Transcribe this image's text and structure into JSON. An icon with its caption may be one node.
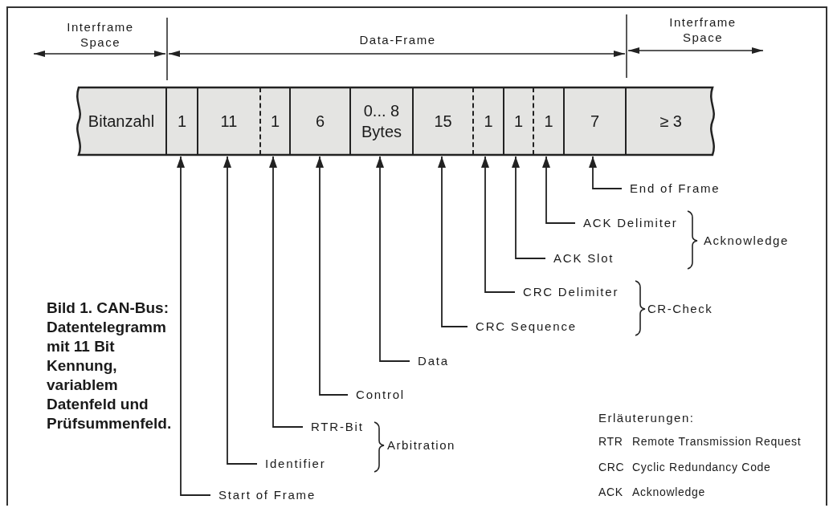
{
  "diagram": {
    "caption": "Bild 1. CAN-Bus: Datentelegramm mit 11 Bit Kennung, variablem Datenfeld und Prüfsummenfeld.",
    "nodes": [
      {
        "text": [],
        "shape": "bar"
      },
      {
        "text": [
          "Bitanzahl"
        ],
        "in": 0
      },
      {
        "text": [
          "1"
        ],
        "in": 0
      },
      {
        "text": [
          "11"
        ],
        "in": 0
      },
      {
        "text": [
          "1"
        ],
        "in": 0
      },
      {
        "text": [
          "6"
        ],
        "in": 0
      },
      {
        "text": [
          "0... 8 Bytes"
        ],
        "in": 0
      },
      {
        "text": [
          "15"
        ],
        "in": 0
      },
      {
        "text": [
          "1"
        ],
        "in": 0
      },
      {
        "text": [
          "1"
        ],
        "in": 0
      },
      {
        "text": [
          "1"
        ],
        "in": 0
      },
      {
        "text": [
          "7"
        ],
        "in": 0
      },
      {
        "text": [
          "≥ 3"
        ],
        "in": 0
      },
      {
        "text": [
          "End of Frame"
        ]
      },
      {
        "text": [
          "ACK Delimiter"
        ]
      },
      {
        "text": [
          "ACK Slot"
        ]
      },
      {
        "text": [
          "CRC Delimiter"
        ]
      },
      {
        "text": [
          "CRC Sequence"
        ]
      },
      {
        "text": [
          "Data"
        ]
      },
      {
        "text": [
          "Control"
        ]
      },
      {
        "text": [
          "RTR-Bit"
        ]
      },
      {
        "text": [
          "Identifier"
        ]
      },
      {
        "text": [
          "Start of Frame"
        ]
      }
    ],
    "edges": [
      {
        "from": 13,
        "to": 11,
        "arrow": "to"
      },
      {
        "from": 14,
        "to": 10,
        "arrow": "to"
      },
      {
        "from": 15,
        "to": 9,
        "arrow": "to"
      },
      {
        "from": 16,
        "to": 8,
        "arrow": "to"
      },
      {
        "from": 17,
        "to": 7,
        "arrow": "to"
      },
      {
        "from": 18,
        "to": 6,
        "arrow": "to"
      },
      {
        "from": 19,
        "to": 5,
        "arrow": "to"
      },
      {
        "from": 20,
        "to": 4,
        "arrow": "to"
      },
      {
        "from": 21,
        "to": 3,
        "arrow": "to"
      },
      {
        "from": 22,
        "to": 2,
        "arrow": "to"
      }
    ],
    "labels": [
      "Interframe Space",
      "Data-Frame",
      "Interframe Space",
      "Acknowledge",
      "CR-Check",
      "Erläuterungen:",
      "Arbitration",
      "RTR",
      "Remote Transmission Request",
      "CRC",
      "Cyclic Redundancy Code",
      "ACK",
      "Acknowledge"
    ]
  }
}
